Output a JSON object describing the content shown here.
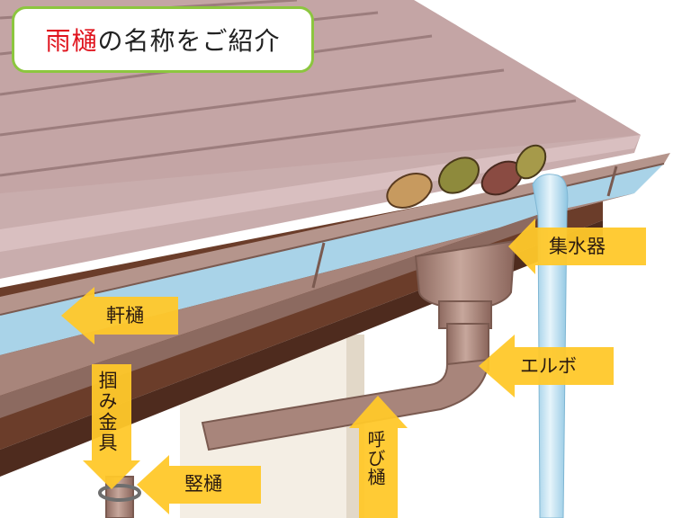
{
  "title": {
    "red": "雨樋",
    "rest": "の名称をご紹介"
  },
  "labels": {
    "shuusuiki": "集水器",
    "nokidoi": "軒樋",
    "elbow": "エルボ",
    "tsukamikanagu": "掴み金具",
    "tatedoi": "竪樋",
    "yobidoi": "呼び樋"
  },
  "colors": {
    "title_border": "#8cc63f",
    "title_accent": "#e0141e",
    "arrow": "#ffc82a",
    "gutter": "#b08a80",
    "gutter_dark": "#6b3d2a",
    "roof": "#bfa0a0",
    "water": "#a9d3e8"
  }
}
